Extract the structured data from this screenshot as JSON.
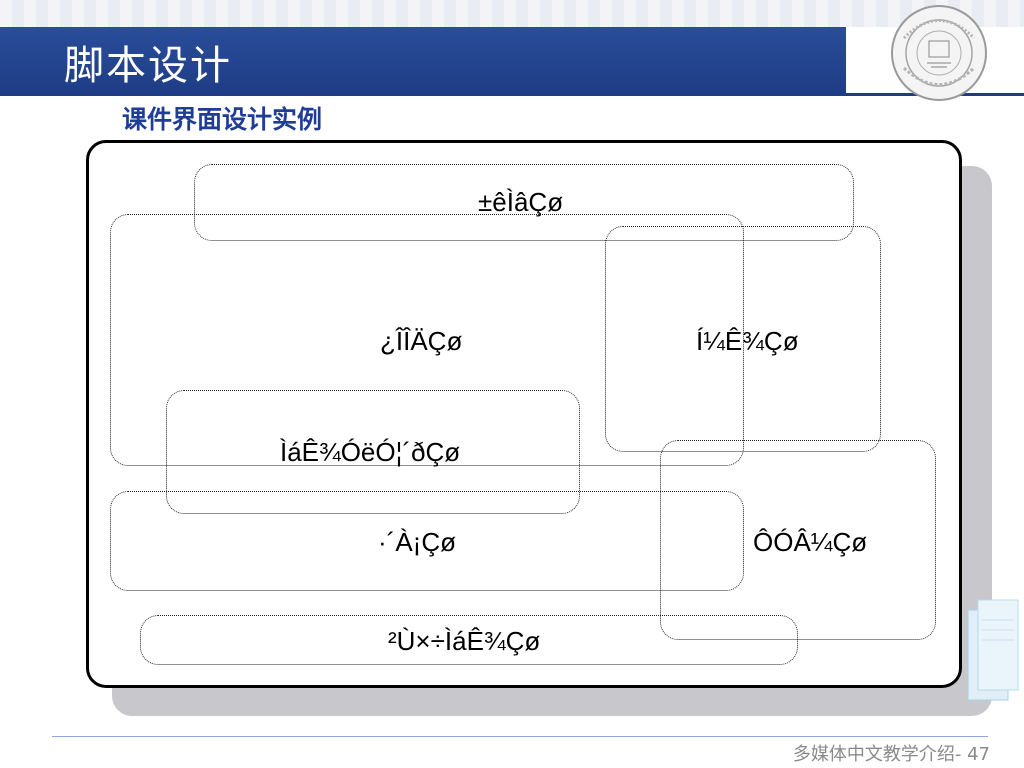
{
  "slide": {
    "title": "脚本设计",
    "subtitle": "课件界面设计实例",
    "footer": "多媒体中文教学介绍- 47"
  },
  "seal": {
    "text_top": "TIANJIN UNIVERSITY (PEIYANG UNIVERSITY)",
    "year": "1895",
    "bottom": "天津大学"
  },
  "areas": [
    {
      "label": "±êÌâÇø"
    },
    {
      "label": "¿ÎÎÄÇø"
    },
    {
      "label": "Í¼Ê¾Çø"
    },
    {
      "label": "ÌáÊ¾ÓëÓ¦´ðÇø"
    },
    {
      "label": "·´À¡Çø"
    },
    {
      "label": "ÔÓÂ¼Çø"
    },
    {
      "label": "²Ù×÷ÌáÊ¾Çø"
    }
  ],
  "colors": {
    "header": "#1f3d86",
    "subtitle": "#1f3d96",
    "footer": "#8a8a8a"
  }
}
